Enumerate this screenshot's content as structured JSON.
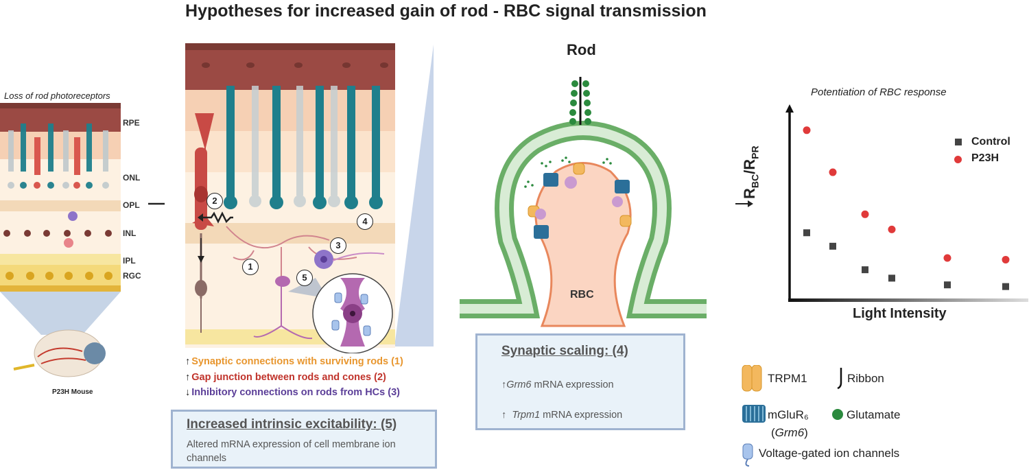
{
  "title": "Hypotheses for increased gain of rod - RBC signal transmission",
  "left_panel": {
    "caption": "Loss of rod photoreceptors",
    "layers": [
      "RPE",
      "ONL",
      "OPL",
      "INL",
      "IPL",
      "RGC"
    ],
    "model_label": "P23H Mouse"
  },
  "middle_panel": {
    "markers": [
      "1",
      "2",
      "3",
      "4",
      "5"
    ],
    "hypotheses": [
      {
        "arrow": "↑",
        "text": "Synaptic connections with surviving rods (1)",
        "color": "#e8962e"
      },
      {
        "arrow": "↑",
        "text": "Gap junction between rods and cones (2)",
        "color": "#c0332b"
      },
      {
        "arrow": "↓",
        "text": "Inhibitory connections on rods from HCs (3)",
        "color": "#5b3e98"
      }
    ],
    "excitability_box": {
      "title": "Increased intrinsic excitability: (5)",
      "body": "Altered mRNA expression of cell membrane ion channels"
    }
  },
  "synapse_panel": {
    "title": "Rod",
    "cell_label": "RBC",
    "scaling_box": {
      "title": "Synaptic scaling: (4)",
      "line1_arrow": "↑",
      "line1_gene": "Grm6",
      "line1_text": " mRNA expression",
      "line2_arrow": "↑",
      "line2_gene": "Trpm1",
      "line2_text": " mRNA expression"
    }
  },
  "chart_data": {
    "type": "scatter",
    "title": "Potentiation of RBC response",
    "xlabel": "Light Intensity",
    "ylabel": "RBC/RPR",
    "legend_position": "top-right",
    "series": [
      {
        "name": "Control",
        "color": "#444444",
        "marker": "square",
        "values": [
          0.35,
          0.27,
          0.13,
          0.08,
          0.04,
          0.03
        ]
      },
      {
        "name": "P23H",
        "color": "#e03a3a",
        "marker": "circle",
        "values": [
          0.96,
          0.71,
          0.46,
          0.37,
          0.2,
          0.19
        ]
      }
    ],
    "x": [
      1,
      2,
      3,
      4,
      5,
      6
    ],
    "ylim": [
      0,
      1
    ]
  },
  "key": {
    "trpm1": "TRPM1",
    "ribbon": "Ribbon",
    "mglur6": "mGluR₆",
    "grm6": "Grm6",
    "glutamate": "Glutamate",
    "vgic": "Voltage-gated ion channels"
  },
  "colors": {
    "rpe": "#9b4a44",
    "rod": "#1f7f8c",
    "cone": "#d9574e",
    "bipolar": "#c98bc7",
    "dendrite": "#66a963",
    "box_border": "#9fb3d0",
    "box_fill": "#e9f2f9"
  }
}
